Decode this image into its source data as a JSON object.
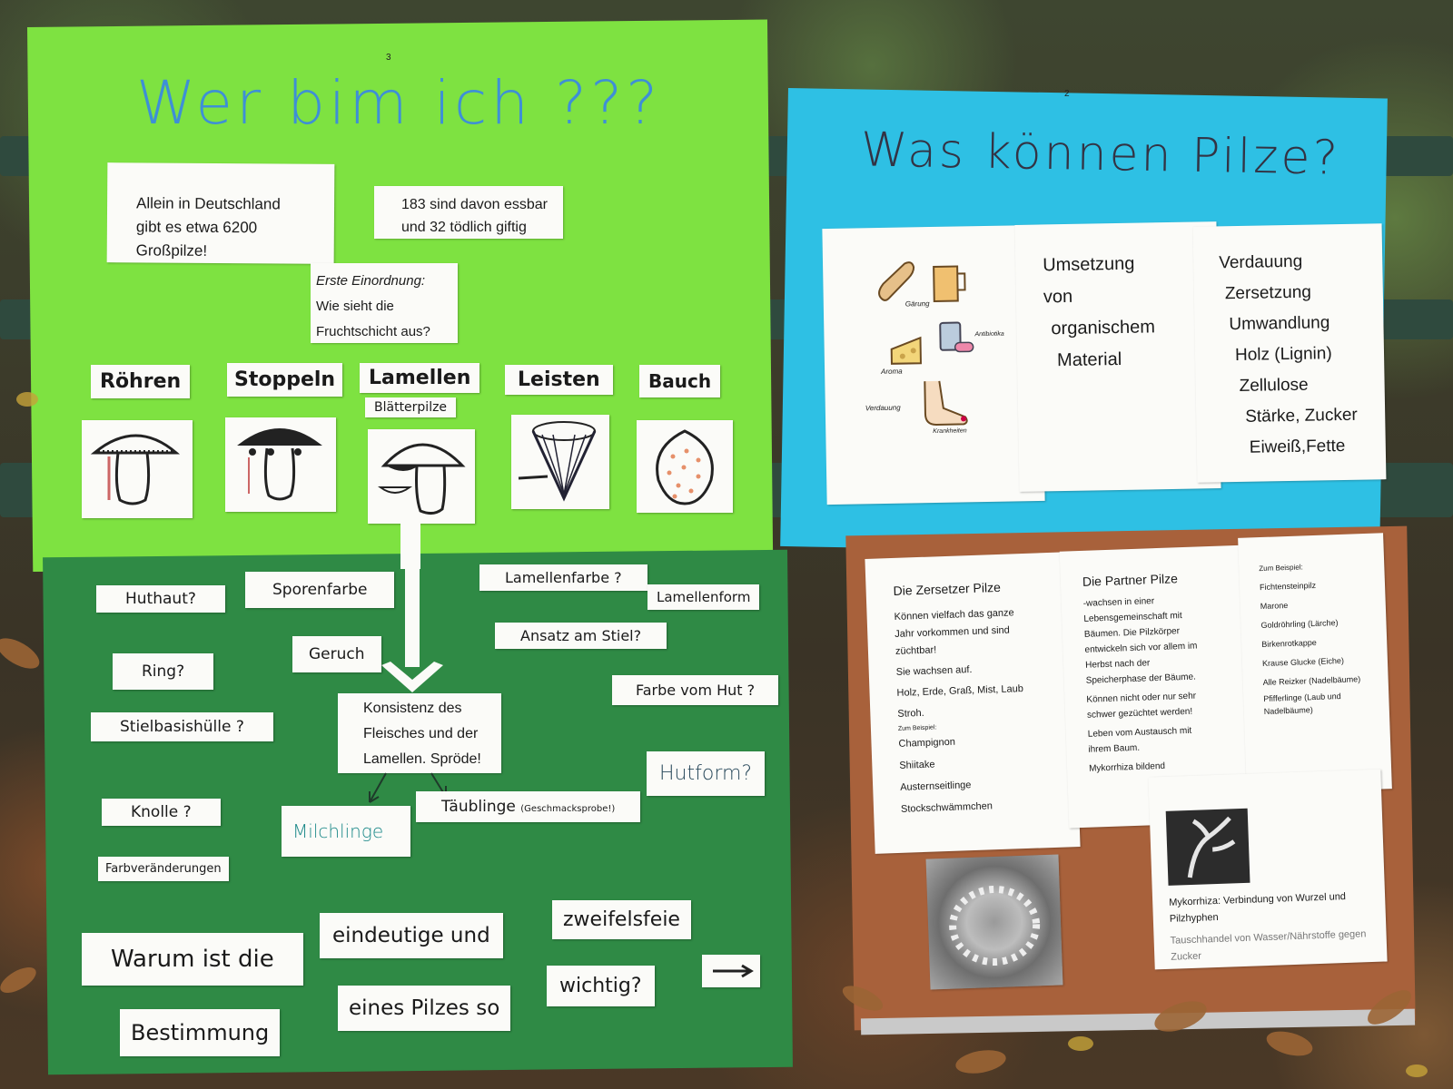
{
  "left_poster": {
    "page_number": "3",
    "title": "Wer bim ich ???",
    "fact_count": [
      "Allein in Deutschland",
      "gibt es etwa 6200",
      "Großpilze!"
    ],
    "fact_edible": [
      "183 sind davon essbar",
      "und 32 tödlich giftig"
    ],
    "first_sort": {
      "heading": "Erste Einordnung:",
      "lines": [
        "Wie sieht die",
        "Fruchtschicht aus?"
      ]
    },
    "types": [
      {
        "label": "Röhren"
      },
      {
        "label": "Stoppeln"
      },
      {
        "label": "Lamellen",
        "sub": "Blätterpilze"
      },
      {
        "label": "Leisten"
      },
      {
        "label": "Bauch"
      }
    ],
    "features": {
      "huthaut": "Huthaut?",
      "sporenfarbe": "Sporenfarbe",
      "lamellenfarbe": "Lamellenfarbe ?",
      "lamellenform": "Lamellenform",
      "ansatz": "Ansatz am Stiel?",
      "ring": "Ring?",
      "geruch": "Geruch",
      "farbe_hut": "Farbe vom Hut ?",
      "stielbasis": "Stielbasishülle ?",
      "knolle": "Knolle ?",
      "farbveraenderungen": "Farbveränderungen",
      "hutform": "Hutform?"
    },
    "konsistenz": [
      "Konsistenz des",
      "Fleisches und der",
      "Lamellen. Spröde!"
    ],
    "milchlinge": "Milchlinge",
    "taeublinge": "Täublinge",
    "taeublinge_note": "(Geschmacksprobe!)",
    "question_words": [
      "Warum ist die",
      "eindeutige und",
      "zweifelsfeie",
      "Bestimmung",
      "eines Pilzes so",
      "wichtig?"
    ]
  },
  "right_poster": {
    "page_number": "2",
    "title": "Was können Pilze?",
    "icon_labels": {
      "gaerung": "Gärung",
      "antibiotika": "Antibiotika",
      "aroma": "Aroma",
      "verdauung": "Verdauung",
      "krankheiten": "Krankheiten"
    },
    "umsetzung": [
      "Umsetzung",
      "von",
      "organischem",
      "Material"
    ],
    "processes": [
      "Verdauung",
      "Zersetzung",
      "Umwandlung",
      "Holz (Lignin)",
      "Zellulose",
      "Stärke, Zucker",
      "Eiweiß,Fette"
    ],
    "zersetzer": {
      "title": "Die Zersetzer Pilze",
      "lines": [
        "Können vielfach das ganze",
        "Jahr vorkommen und sind",
        "züchtbar!",
        "Sie wachsen auf.",
        "Holz, Erde, Graß, Mist, Laub",
        "Stroh."
      ],
      "example_label": "Zum Beispiel:",
      "examples": [
        "Champignon",
        "Shiitake",
        "Austernseitlinge",
        "Stockschwämmchen"
      ]
    },
    "partner": {
      "title": "Die Partner Pilze",
      "lines": [
        "-wachsen in einer",
        "Lebensgemeinschaft mit",
        "Bäumen. Die Pilzkörper",
        "entwickeln sich vor allem im",
        "Herbst nach der",
        "Speicherphase der Bäume.",
        "Können nicht oder nur sehr",
        "schwer gezüchtet werden!",
        "Leben vom Austausch mit",
        "ihrem Baum.",
        "Mykorrhiza bildend"
      ]
    },
    "examples": {
      "label": "Zum Beispiel:",
      "items": [
        "Fichtensteinpilz",
        "Marone",
        "Goldröhrling (Lärche)",
        "Birkenrotkappe",
        "Krause Glucke (Eiche)",
        "Alle Reizker (Nadelbäume)",
        "Pfifferlinge (Laub und",
        "Nadelbäume)"
      ]
    },
    "mykorrhiza": [
      "Mykorrhiza: Verbindung von Wurzel und",
      "Pilzhyphen"
    ],
    "tausch": [
      "Tauschhandel von Wasser/Nährstoffe gegen",
      "Zucker"
    ]
  },
  "colors": {
    "lime": "#7ee241",
    "forest": "#2f8a45",
    "cyan": "#2ec0e4",
    "brown": "#a8613b"
  }
}
